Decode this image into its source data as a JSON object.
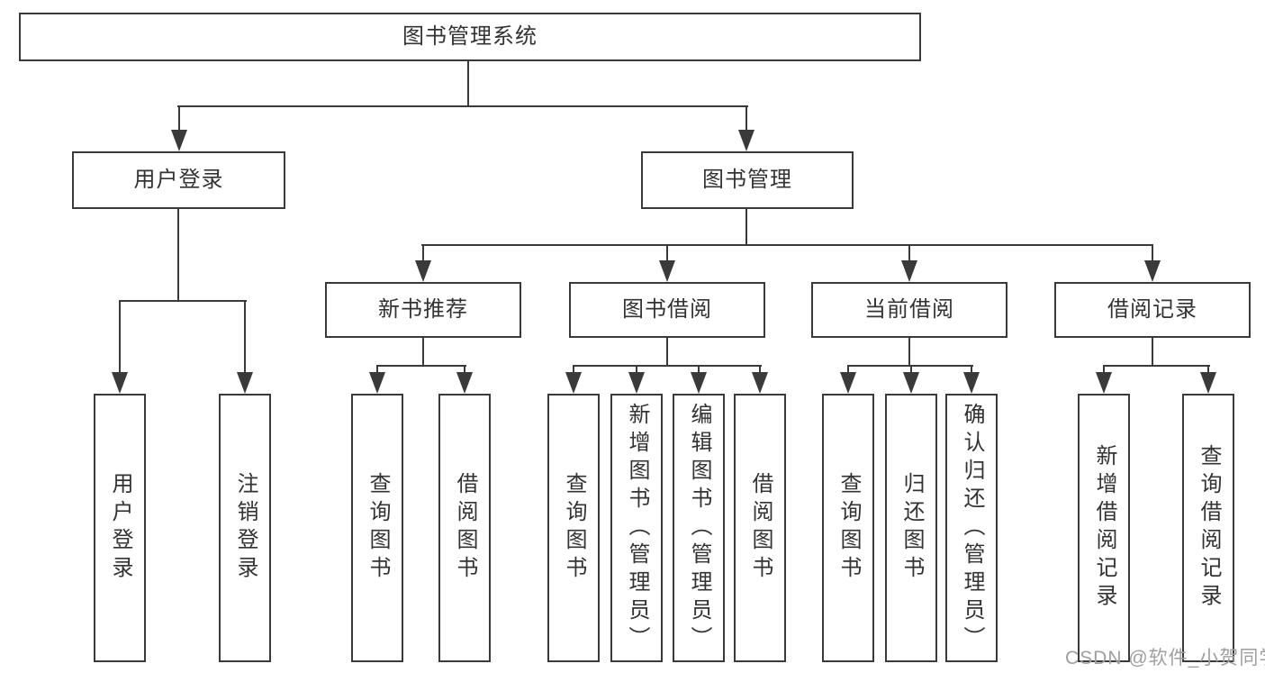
{
  "diagram_title": "图书管理系统",
  "tree": {
    "label": "图书管理系统",
    "children": [
      {
        "label": "用户登录",
        "children": [
          {
            "label": "用户登录"
          },
          {
            "label": "注销登录"
          }
        ]
      },
      {
        "label": "图书管理",
        "children": [
          {
            "label": "新书推荐",
            "children": [
              {
                "label": "查询图书"
              },
              {
                "label": "借阅图书"
              }
            ]
          },
          {
            "label": "图书借阅",
            "children": [
              {
                "label": "查询图书"
              },
              {
                "label": "新增图书（管理员）"
              },
              {
                "label": "编辑图书（管理员）"
              },
              {
                "label": "借阅图书"
              }
            ]
          },
          {
            "label": "当前借阅",
            "children": [
              {
                "label": "查询图书"
              },
              {
                "label": "归还图书"
              },
              {
                "label": "确认归还（管理员）"
              }
            ]
          },
          {
            "label": "借阅记录",
            "children": [
              {
                "label": "新增借阅记录"
              },
              {
                "label": "查询借阅记录"
              }
            ]
          }
        ]
      }
    ]
  },
  "watermark": {
    "text": "CSDN @软件_小贺同学"
  },
  "colors": {
    "line": "#3a3a3a",
    "box_border": "#3a3a3a",
    "box_fill": "#ffffff",
    "text": "#333333",
    "watermark": "#9f9f9f",
    "background": "#ffffff"
  }
}
